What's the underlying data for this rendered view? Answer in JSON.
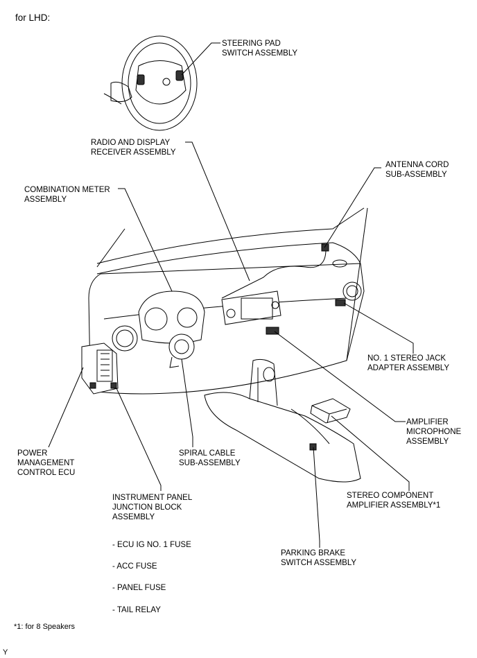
{
  "header": "for LHD:",
  "labels": {
    "steering_pad": "STEERING PAD\nSWITCH ASSEMBLY",
    "radio_display": "RADIO AND DISPLAY\nRECEIVER ASSEMBLY",
    "antenna_cord": "ANTENNA CORD\nSUB-ASSEMBLY",
    "combination_meter": "COMBINATION METER\nASSEMBLY",
    "stereo_jack": "NO. 1 STEREO JACK\nADAPTER ASSEMBLY",
    "amplifier_microphone": "AMPLIFIER\nMICROPHONE\nASSEMBLY",
    "power_management": "POWER\nMANAGEMENT\nCONTROL ECU",
    "spiral_cable": "SPIRAL CABLE\nSUB-ASSEMBLY",
    "stereo_component": "STEREO COMPONENT\nAMPLIFIER ASSEMBLY*1",
    "instrument_panel": "INSTRUMENT PANEL\nJUNCTION BLOCK\nASSEMBLY",
    "parking_brake": "PARKING BRAKE\nSWITCH ASSEMBLY"
  },
  "fuses": [
    "- ECU IG NO. 1 FUSE",
    "- ACC FUSE",
    "- PANEL FUSE",
    "- TAIL RELAY"
  ],
  "footnote": "*1: for 8 Speakers",
  "corner_mark": "Y"
}
